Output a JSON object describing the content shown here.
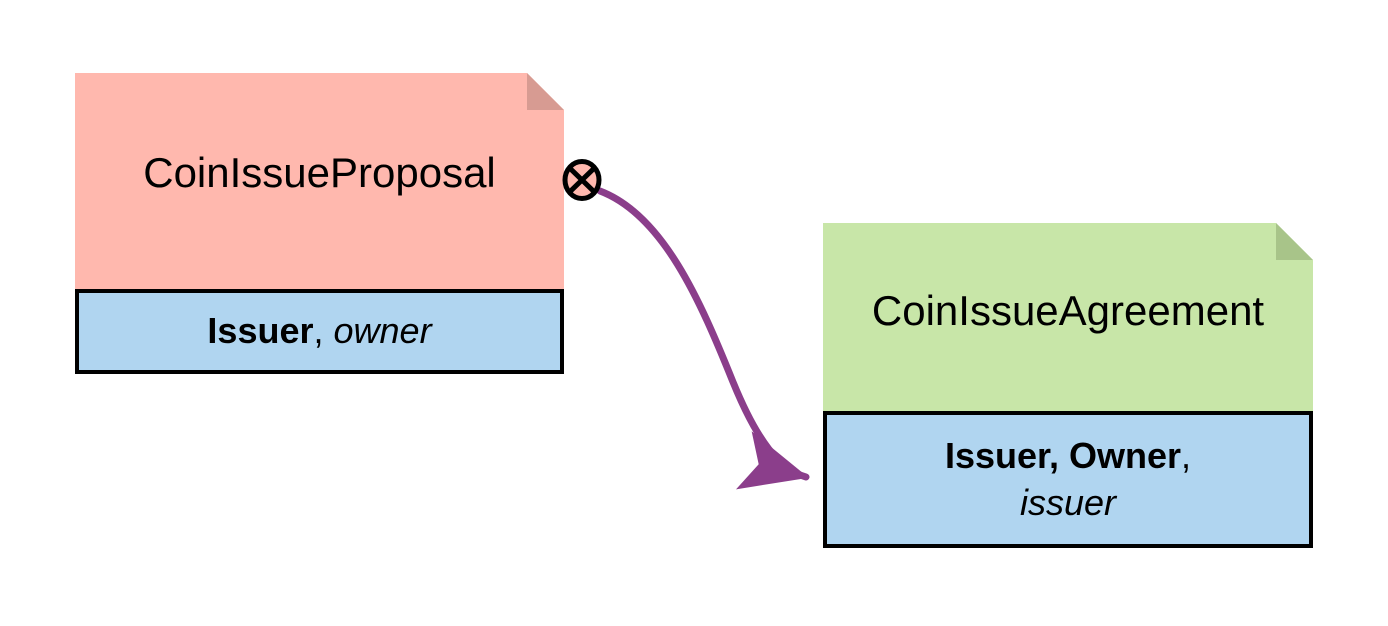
{
  "diagram": {
    "type": "state-transition",
    "background_color": "#ffffff",
    "nodes": [
      {
        "id": "input-state",
        "title": "CoinIssueProposal",
        "body_color": "#ffb8ae",
        "fold_color": "#d79b92",
        "panel_color": "#b0d5f0",
        "panel_lines": [
          {
            "parties": "Issuer",
            "separator": ", ",
            "role": "owner"
          }
        ],
        "marker": "consume-icon",
        "marker_symbol": "⊗"
      },
      {
        "id": "output-state",
        "title": "CoinIssueAgreement",
        "body_color": "#c8e6a8",
        "fold_color": "#a8c489",
        "panel_color": "#b0d5f0",
        "panel_lines": [
          {
            "parties": "Issuer, Owner",
            "separator": ",",
            "role": ""
          },
          {
            "parties": "",
            "separator": "",
            "role": "issuer"
          }
        ],
        "marker": "",
        "marker_symbol": ""
      }
    ],
    "edges": [
      {
        "id": "transition-edge",
        "from": "input-state",
        "to": "output-state",
        "color": "#8b3e8b",
        "arrowhead": "filled-triangle",
        "style": "curved"
      }
    ]
  }
}
